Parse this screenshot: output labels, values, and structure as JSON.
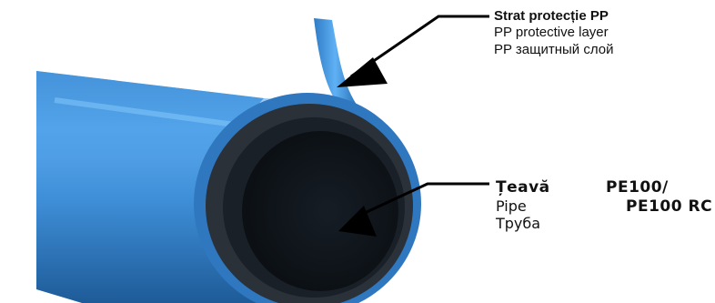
{
  "labels": {
    "protective_layer": {
      "title": "Strat protecție PP",
      "en": "PP protective layer",
      "ru": "PP защитный слой"
    },
    "pipe": {
      "title": "Țeavă",
      "en": "Pipe",
      "ru": "Труба",
      "material_line1": "PE100/",
      "material_line2": "PE100 RC"
    }
  },
  "colors": {
    "pipe_blue": "#3f8fd8",
    "pipe_blue_dark": "#1f5f9e",
    "pipe_wall": "#2b3138",
    "pipe_bore": "#10151b",
    "arrow": "#000000"
  }
}
